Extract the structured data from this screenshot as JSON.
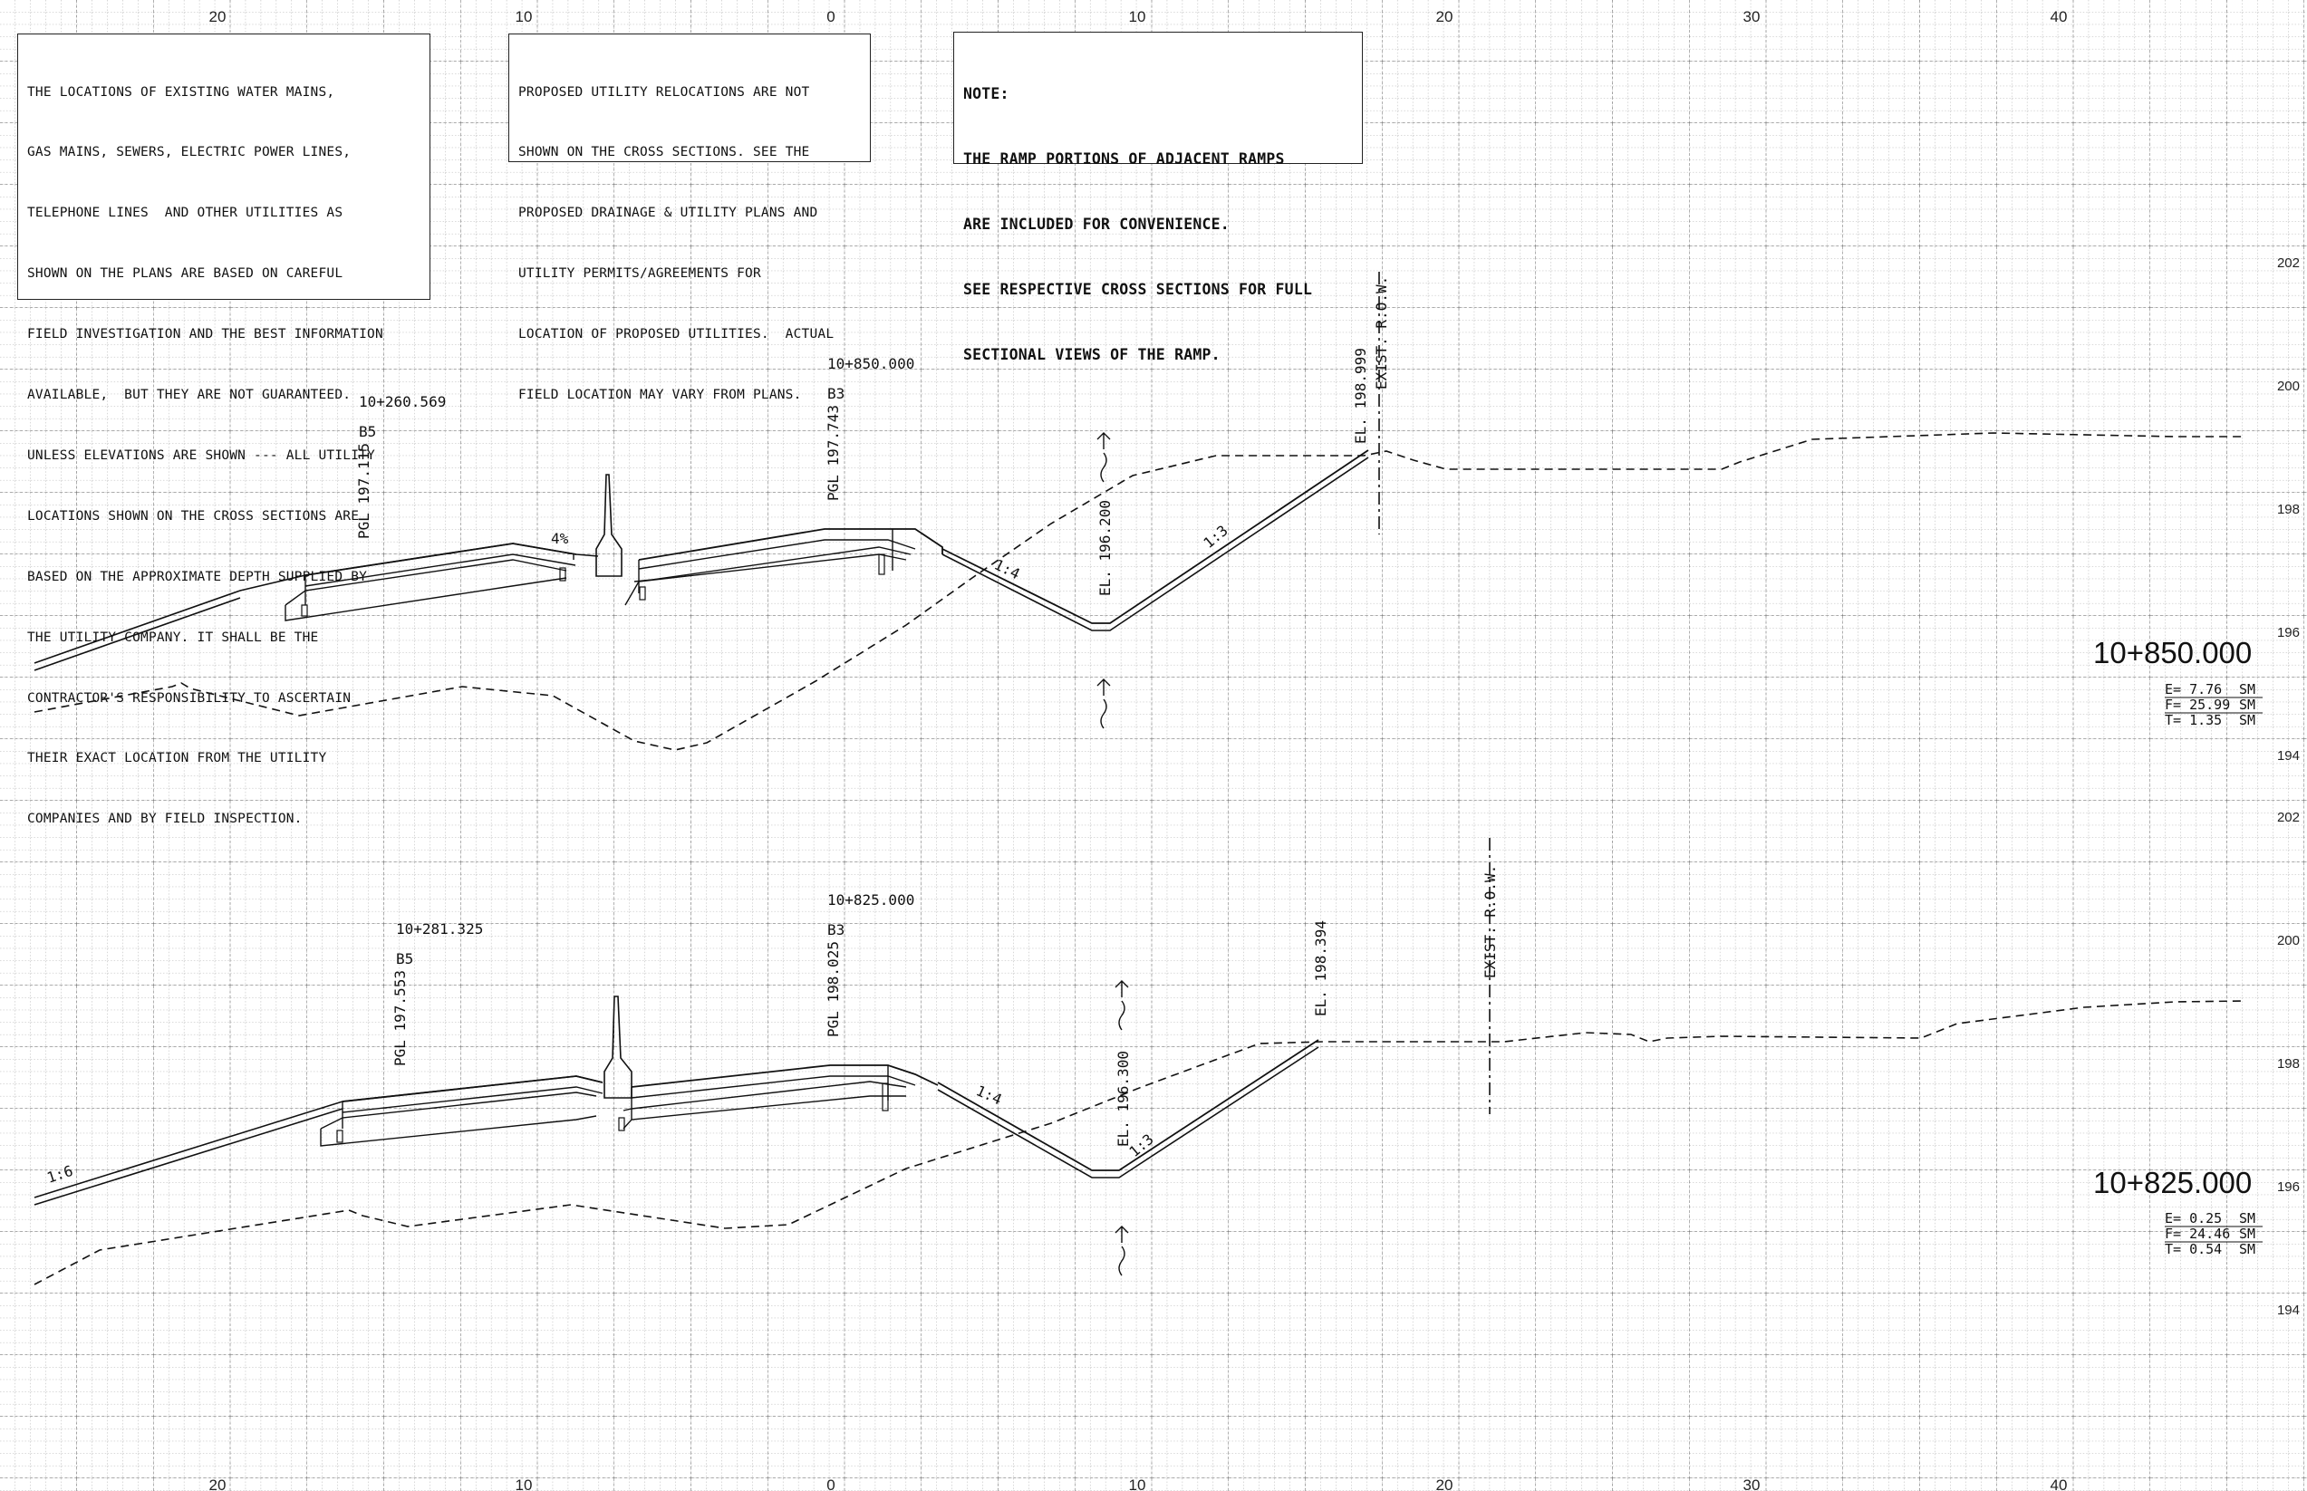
{
  "notes": {
    "utilities": [
      "THE LOCATIONS OF EXISTING WATER MAINS,",
      "GAS MAINS, SEWERS, ELECTRIC POWER LINES,",
      "TELEPHONE LINES  AND OTHER UTILITIES AS",
      "SHOWN ON THE PLANS ARE BASED ON CAREFUL",
      "FIELD INVESTIGATION AND THE BEST INFORMATION",
      "AVAILABLE,  BUT THEY ARE NOT GUARANTEED.",
      "UNLESS ELEVATIONS ARE SHOWN --- ALL UTILITY",
      "LOCATIONS SHOWN ON THE CROSS SECTIONS ARE",
      "BASED ON THE APPROXIMATE DEPTH SUPPLIED BY",
      "THE UTILITY COMPANY. IT SHALL BE THE",
      "CONTRACTOR'S RESPONSIBILITY TO ASCERTAIN",
      "THEIR EXACT LOCATION FROM THE UTILITY",
      "COMPANIES AND BY FIELD INSPECTION."
    ],
    "relocation": [
      "PROPOSED UTILITY RELOCATIONS ARE NOT",
      "SHOWN ON THE CROSS SECTIONS. SEE THE",
      "PROPOSED DRAINAGE & UTILITY PLANS AND",
      "UTILITY PERMITS/AGREEMENTS FOR",
      "LOCATION OF PROPOSED UTILITIES.  ACTUAL",
      "FIELD LOCATION MAY VARY FROM PLANS."
    ],
    "ramp": [
      "NOTE:",
      "THE RAMP PORTIONS OF ADJACENT RAMPS",
      "ARE INCLUDED FOR CONVENIENCE.",
      "SEE RESPECTIVE CROSS SECTIONS FOR FULL",
      "SECTIONAL VIEWS OF THE RAMP."
    ]
  },
  "offset_ticks": [
    "20",
    "10",
    "0",
    "10",
    "20",
    "30",
    "40"
  ],
  "elevation_ticks_top": [
    "202",
    "200",
    "198",
    "196",
    "194"
  ],
  "elevation_ticks_bottom": [
    "202",
    "200",
    "198",
    "196",
    "194"
  ],
  "sections": [
    {
      "station": "10+850.000",
      "earthwork": {
        "e": "E= 7.76",
        "f": "F= 25.99",
        "t": "T= 1.35",
        "unit": "SM"
      },
      "ramp_station": "10+260.569",
      "ramp_baseline": "B5",
      "ramp_pgl": "PGL 197.115",
      "main_station": "10+850.000",
      "main_baseline": "B3",
      "main_pgl": "PGL 197.743",
      "ditch_el": "EL. 196.200",
      "row_el": "EL. 198.999",
      "row_label": "EXIST. R.O.W.",
      "slope_fore": "1:4",
      "slope_back": "1:3",
      "cross_slope": "4%"
    },
    {
      "station": "10+825.000",
      "earthwork": {
        "e": "E= 0.25",
        "f": "F= 24.46",
        "t": "T= 0.54",
        "unit": "SM"
      },
      "ramp_station": "10+281.325",
      "ramp_baseline": "B5",
      "ramp_pgl": "PGL 197.553",
      "main_station": "10+825.000",
      "main_baseline": "B3",
      "main_pgl": "PGL 198.025",
      "ditch_el": "EL. 196.300",
      "row_el": "EL. 198.394",
      "row_label": "EXIST. R.O.W.",
      "slope_fore": "1:4",
      "slope_back": "1:3",
      "slope_ramp": "1:6"
    }
  ]
}
